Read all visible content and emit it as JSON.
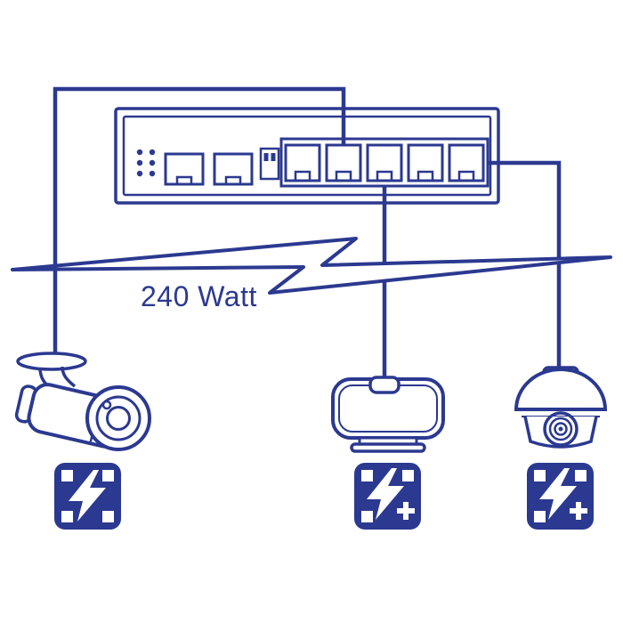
{
  "colors": {
    "navy": "#2b3990",
    "background": "#ffffff"
  },
  "labels": {
    "wattage": "240 Watt"
  },
  "switch": {
    "rj45_port_count": 5,
    "sfp_port_count": 2,
    "led_count": 6
  },
  "devices": [
    {
      "name": "bullet-camera"
    },
    {
      "name": "wireless-access-point"
    },
    {
      "name": "dome-camera"
    }
  ],
  "icons": [
    {
      "name": "poe-icon"
    },
    {
      "name": "poe-plus-icon"
    },
    {
      "name": "poe-plus-icon"
    }
  ]
}
